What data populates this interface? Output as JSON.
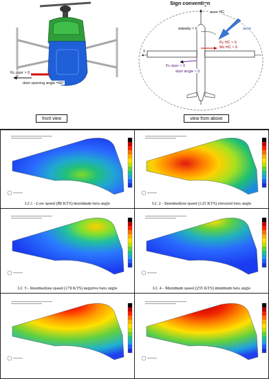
{
  "diagram": {
    "nodes": [
      {
        "text": [
          "front view"
        ]
      },
      {
        "text": [
          "view from above"
        ]
      },
      {
        "text": [
          "LC1 - Low speed (80 KTS) maximum beta angle"
        ]
      },
      {
        "text": [
          "LC 2 - Intermediate speed (125 KTS) elevated beta angle"
        ]
      },
      {
        "text": [
          "LC 3 - Intermediate speed (170 KTS) negative beta angle"
        ]
      },
      {
        "text": [
          "LC 4 - Maximum speed (255 KTS) minimum beta angle"
        ]
      }
    ],
    "labels": [
      "Sign convention",
      "x",
      "axes HC",
      "y",
      "sideslip > 0",
      "wind",
      "Fy HC > 0",
      "Mx HC > 0",
      "Fx door > 0",
      "door angle > 0",
      "Fc door > 0",
      "door opening angle =90°"
    ]
  }
}
